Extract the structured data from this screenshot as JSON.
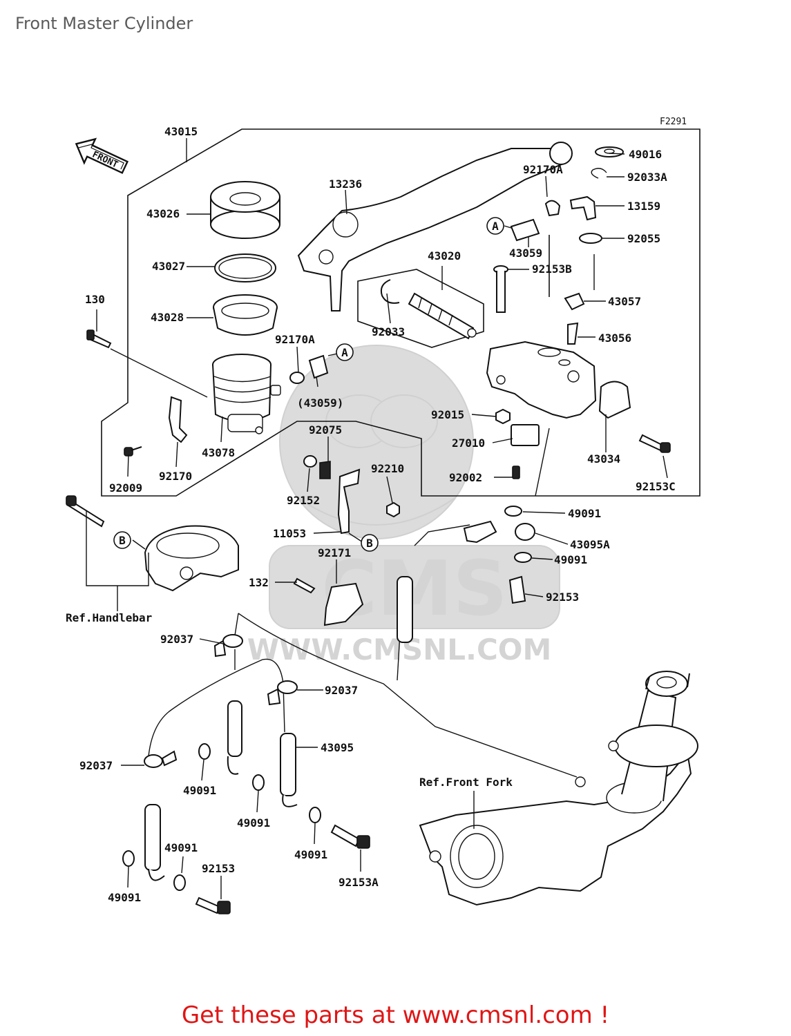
{
  "page": {
    "title": "Front Master Cylinder",
    "promo": "Get these parts at www.cmsnl.com !"
  },
  "diagram": {
    "figure_code": "F2291",
    "front_arrow": "FRONT",
    "watermark": {
      "brand": "CMS",
      "url": "WWW.CMSNL.COM"
    },
    "references": {
      "handlebar": "Ref.Handlebar",
      "front_fork": "Ref.Front Fork"
    },
    "callout_letters": [
      "A",
      "A",
      "B",
      "B"
    ],
    "parts": {
      "p43015": "43015",
      "p13236": "13236",
      "p92170A_top": "92170A",
      "p49016": "49016",
      "p92033A": "92033A",
      "p13159": "13159",
      "p92055": "92055",
      "p43026": "43026",
      "p43027": "43027",
      "p43028": "43028",
      "p43059": "43059",
      "p43020": "43020",
      "p92153B": "92153B",
      "p43057": "43057",
      "p43056": "43056",
      "p130": "130",
      "p92033": "92033",
      "p92170A_mid": "92170A",
      "p43059_paren": "(43059)",
      "p92015": "92015",
      "p27010": "27010",
      "p43034": "43034",
      "p92075": "92075",
      "p43078": "43078",
      "p92009": "92009",
      "p92170": "92170",
      "p92210": "92210",
      "p92152": "92152",
      "p92002": "92002",
      "p92153C": "92153C",
      "p49091_a": "49091",
      "p43095A": "43095A",
      "p11053": "11053",
      "p49091_b": "49091",
      "p92171": "92171",
      "p132": "132",
      "p92153_a": "92153",
      "p92037_a": "92037",
      "p92037_b": "92037",
      "p43095": "43095",
      "p92037_c": "92037",
      "p49091_c": "49091",
      "p49091_d": "49091",
      "p49091_e": "49091",
      "p49091_f": "49091",
      "p92153_b": "92153",
      "p92153A": "92153A",
      "p49091_g": "49091"
    }
  }
}
